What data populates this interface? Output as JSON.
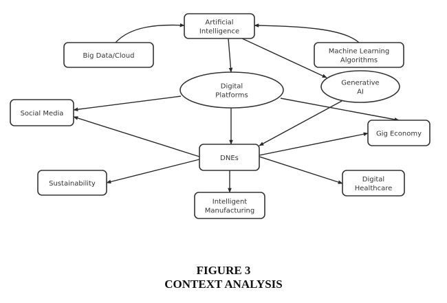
{
  "figure": {
    "number_label": "FIGURE 3",
    "title": "CONTEXT ANALYSIS"
  },
  "nodes": {
    "ai": {
      "shape": "rounded-rect",
      "lines": [
        "Artificial",
        "Intelligence"
      ]
    },
    "bigdata": {
      "shape": "rounded-rect",
      "lines": [
        "Big Data/Cloud"
      ]
    },
    "ml": {
      "shape": "rounded-rect",
      "lines": [
        "Machine Learning",
        "Algorithms"
      ]
    },
    "platforms": {
      "shape": "ellipse",
      "lines": [
        "Digital",
        "Platforms"
      ]
    },
    "genai": {
      "shape": "ellipse",
      "lines": [
        "Generative",
        "AI"
      ]
    },
    "social": {
      "shape": "rounded-rect",
      "lines": [
        "Social Media"
      ]
    },
    "gig": {
      "shape": "rounded-rect",
      "lines": [
        "Gig Economy"
      ]
    },
    "dnes": {
      "shape": "rounded-rect",
      "lines": [
        "DNEs"
      ]
    },
    "sustain": {
      "shape": "rounded-rect",
      "lines": [
        "Sustainability"
      ]
    },
    "health": {
      "shape": "rounded-rect",
      "lines": [
        "Digital",
        "Healthcare"
      ]
    },
    "manuf": {
      "shape": "rounded-rect",
      "lines": [
        "Intelligent",
        "Manufacturing"
      ]
    }
  },
  "edges": [
    {
      "from": "bigdata",
      "to": "ai"
    },
    {
      "from": "ml",
      "to": "ai"
    },
    {
      "from": "ai",
      "to": "platforms"
    },
    {
      "from": "ai",
      "to": "genai"
    },
    {
      "from": "platforms",
      "to": "social"
    },
    {
      "from": "platforms",
      "to": "dnes"
    },
    {
      "from": "platforms",
      "to": "gig"
    },
    {
      "from": "genai",
      "to": "dnes"
    },
    {
      "from": "dnes",
      "to": "social"
    },
    {
      "from": "dnes",
      "to": "gig"
    },
    {
      "from": "dnes",
      "to": "sustain"
    },
    {
      "from": "dnes",
      "to": "health"
    },
    {
      "from": "dnes",
      "to": "manuf"
    }
  ]
}
